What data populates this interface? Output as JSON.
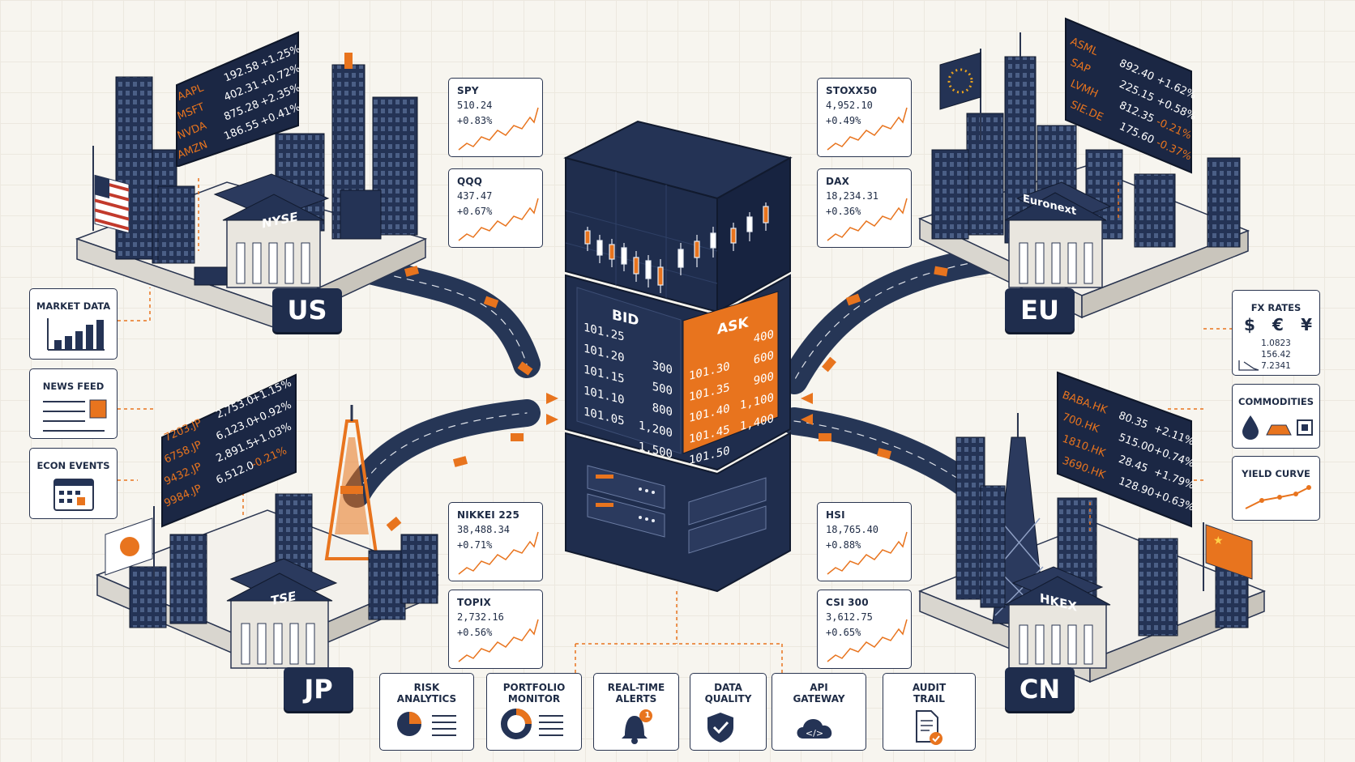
{
  "colors": {
    "navy": "#243355",
    "orange": "#e8741e",
    "paper": "#f7f5ef",
    "line": "#2a3550"
  },
  "regions": {
    "us": "US",
    "eu": "EU",
    "jp": "JP",
    "cn": "CN"
  },
  "exchanges": {
    "us": "NYSE",
    "eu": "Euronext",
    "jp": "TSE",
    "cn": "HKEX"
  },
  "tickers": {
    "us": [
      {
        "sym": "AAPL",
        "px": "192.58",
        "chg": "+1.25%"
      },
      {
        "sym": "MSFT",
        "px": "402.31",
        "chg": "+0.72%"
      },
      {
        "sym": "NVDA",
        "px": "875.28",
        "chg": "+2.35%"
      },
      {
        "sym": "AMZN",
        "px": "186.55",
        "chg": "+0.41%"
      }
    ],
    "eu": [
      {
        "sym": "ASML",
        "px": "892.40",
        "chg": "+1.62%"
      },
      {
        "sym": "SAP",
        "px": "225.15",
        "chg": "+0.58%"
      },
      {
        "sym": "LVMH",
        "px": "812.35",
        "chg": "-0.21%"
      },
      {
        "sym": "SIE.DE",
        "px": "175.60",
        "chg": "-0.37%"
      }
    ],
    "jp": [
      {
        "sym": "7203.JP",
        "px": "2,753.0",
        "chg": "+1.15%"
      },
      {
        "sym": "6758.JP",
        "px": "6,123.0",
        "chg": "+0.92%"
      },
      {
        "sym": "9432.JP",
        "px": "2,891.5",
        "chg": "+1.03%"
      },
      {
        "sym": "9984.JP",
        "px": "6,512.0",
        "chg": "-0.21%"
      }
    ],
    "cn": [
      {
        "sym": "BABA.HK",
        "px": "80.35",
        "chg": "+2.11%"
      },
      {
        "sym": "700.HK",
        "px": "515.00",
        "chg": "+0.74%"
      },
      {
        "sym": "1810.HK",
        "px": "28.45",
        "chg": "+1.79%"
      },
      {
        "sym": "3690.HK",
        "px": "128.90",
        "chg": "+0.63%"
      }
    ]
  },
  "indices": [
    {
      "name": "SPY",
      "value": "510.24",
      "chg": "+0.83%"
    },
    {
      "name": "QQQ",
      "value": "437.47",
      "chg": "+0.67%"
    },
    {
      "name": "STOXX50",
      "value": "4,952.10",
      "chg": "+0.49%"
    },
    {
      "name": "DAX",
      "value": "18,234.31",
      "chg": "+0.36%"
    },
    {
      "name": "NIKKEI 225",
      "value": "38,488.34",
      "chg": "+0.71%"
    },
    {
      "name": "TOPIX",
      "value": "2,732.16",
      "chg": "+0.56%"
    },
    {
      "name": "HSI",
      "value": "18,765.40",
      "chg": "+0.88%"
    },
    {
      "name": "CSI 300",
      "value": "3,612.75",
      "chg": "+0.65%"
    }
  ],
  "orderbook": {
    "bid_label": "BID",
    "ask_label": "ASK",
    "bids": [
      {
        "price": "101.25",
        "qty": ""
      },
      {
        "price": "101.20",
        "qty": "300"
      },
      {
        "price": "101.15",
        "qty": "500"
      },
      {
        "price": "101.10",
        "qty": "800"
      },
      {
        "price": "101.05",
        "qty": "1,200"
      },
      {
        "price": "",
        "qty": "1,500"
      }
    ],
    "asks": [
      {
        "price": "",
        "qty": "400"
      },
      {
        "price": "101.30",
        "qty": "600"
      },
      {
        "price": "101.35",
        "qty": "900"
      },
      {
        "price": "101.40",
        "qty": "1,100"
      },
      {
        "price": "101.45",
        "qty": "1,400"
      },
      {
        "price": "101.50",
        "qty": ""
      }
    ]
  },
  "left_tools": {
    "market_data": "MARKET DATA",
    "news_feed": "NEWS FEED",
    "econ_events": "ECON EVENTS"
  },
  "right_tools": {
    "fx_rates": "FX RATES",
    "fx_symbols": [
      "$",
      "€",
      "¥"
    ],
    "fx_values": [
      "1.0823",
      "156.42",
      "7.2341"
    ],
    "commodities": "COMMODITIES",
    "yield_curve": "YIELD CURVE"
  },
  "services": [
    {
      "label": "RISK\nANALYTICS",
      "icon": "pie-chart-icon"
    },
    {
      "label": "PORTFOLIO\nMONITOR",
      "icon": "donut-chart-icon"
    },
    {
      "label": "REAL-TIME\nALERTS",
      "icon": "bell-icon",
      "badge": "1"
    },
    {
      "label": "DATA\nQUALITY",
      "icon": "shield-check-icon"
    },
    {
      "label": "API\nGATEWAY",
      "icon": "cloud-code-icon"
    },
    {
      "label": "AUDIT\nTRAIL",
      "icon": "document-check-icon"
    }
  ]
}
